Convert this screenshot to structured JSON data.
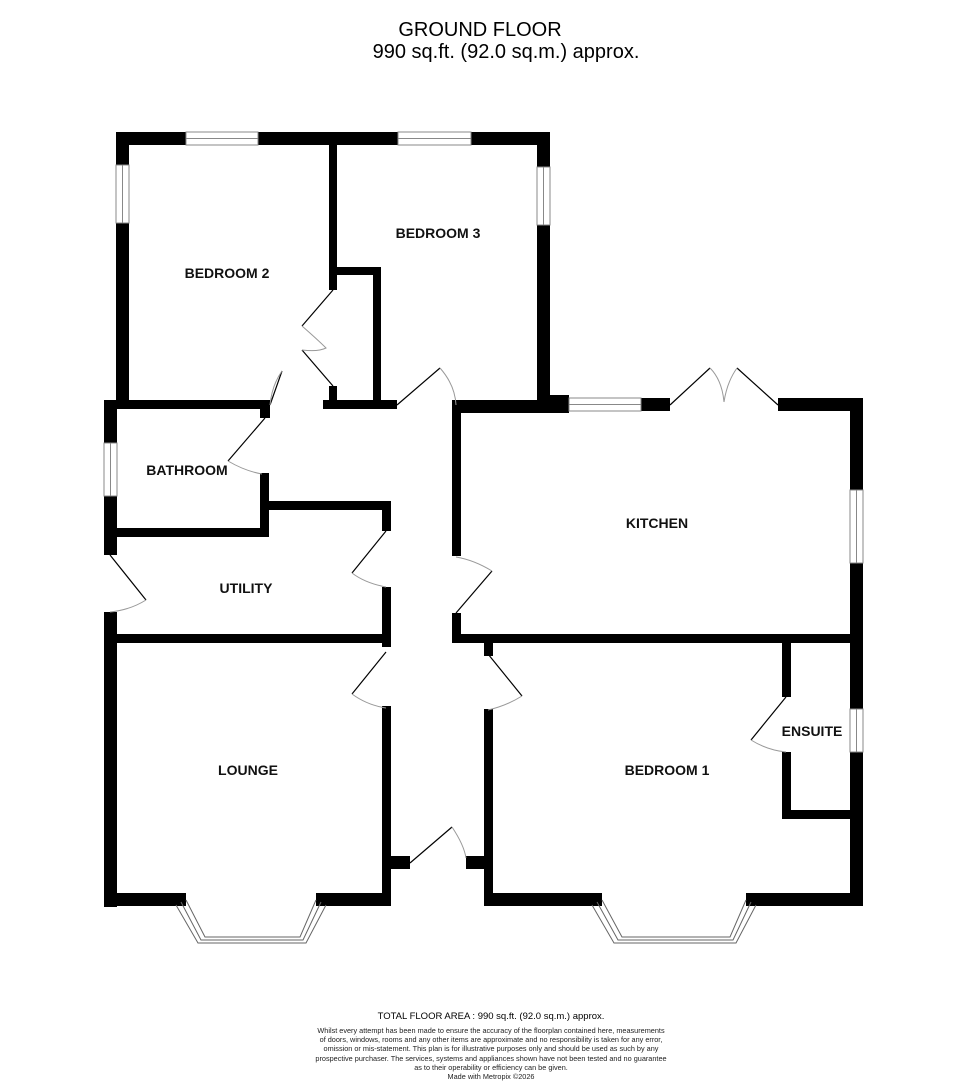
{
  "header": {
    "floor_name": "GROUND FLOOR",
    "floor_area": "990 sq.ft. (92.0 sq.m.) approx."
  },
  "rooms": [
    {
      "id": "bedroom2",
      "label": "BEDROOM 2"
    },
    {
      "id": "bedroom3",
      "label": "BEDROOM 3"
    },
    {
      "id": "bathroom",
      "label": "BATHROOM"
    },
    {
      "id": "utility",
      "label": "UTILITY"
    },
    {
      "id": "kitchen",
      "label": "KITCHEN"
    },
    {
      "id": "lounge",
      "label": "LOUNGE"
    },
    {
      "id": "bedroom1",
      "label": "BEDROOM 1"
    },
    {
      "id": "ensuite",
      "label": "ENSUITE"
    }
  ],
  "footer": {
    "total_area": "TOTAL FLOOR AREA : 990 sq.ft. (92.0 sq.m.) approx.",
    "disclaimer_lines": [
      "Whilst every attempt has been made to ensure the accuracy of the floorplan contained here, measurements",
      "of doors, windows, rooms and any other items are approximate and no responsibility is taken for any error,",
      "omission or mis-statement. This plan is for illustrative purposes only and should be used as such by any",
      "prospective purchaser. The services, systems and appliances shown have not been tested and no guarantee",
      "as to their operability or efficiency can be given."
    ],
    "credit": "Made with Metropix ©2026"
  },
  "colors": {
    "wall": "#000000",
    "window_line": "#888888",
    "door_arc": "#999999",
    "background": "#ffffff"
  }
}
